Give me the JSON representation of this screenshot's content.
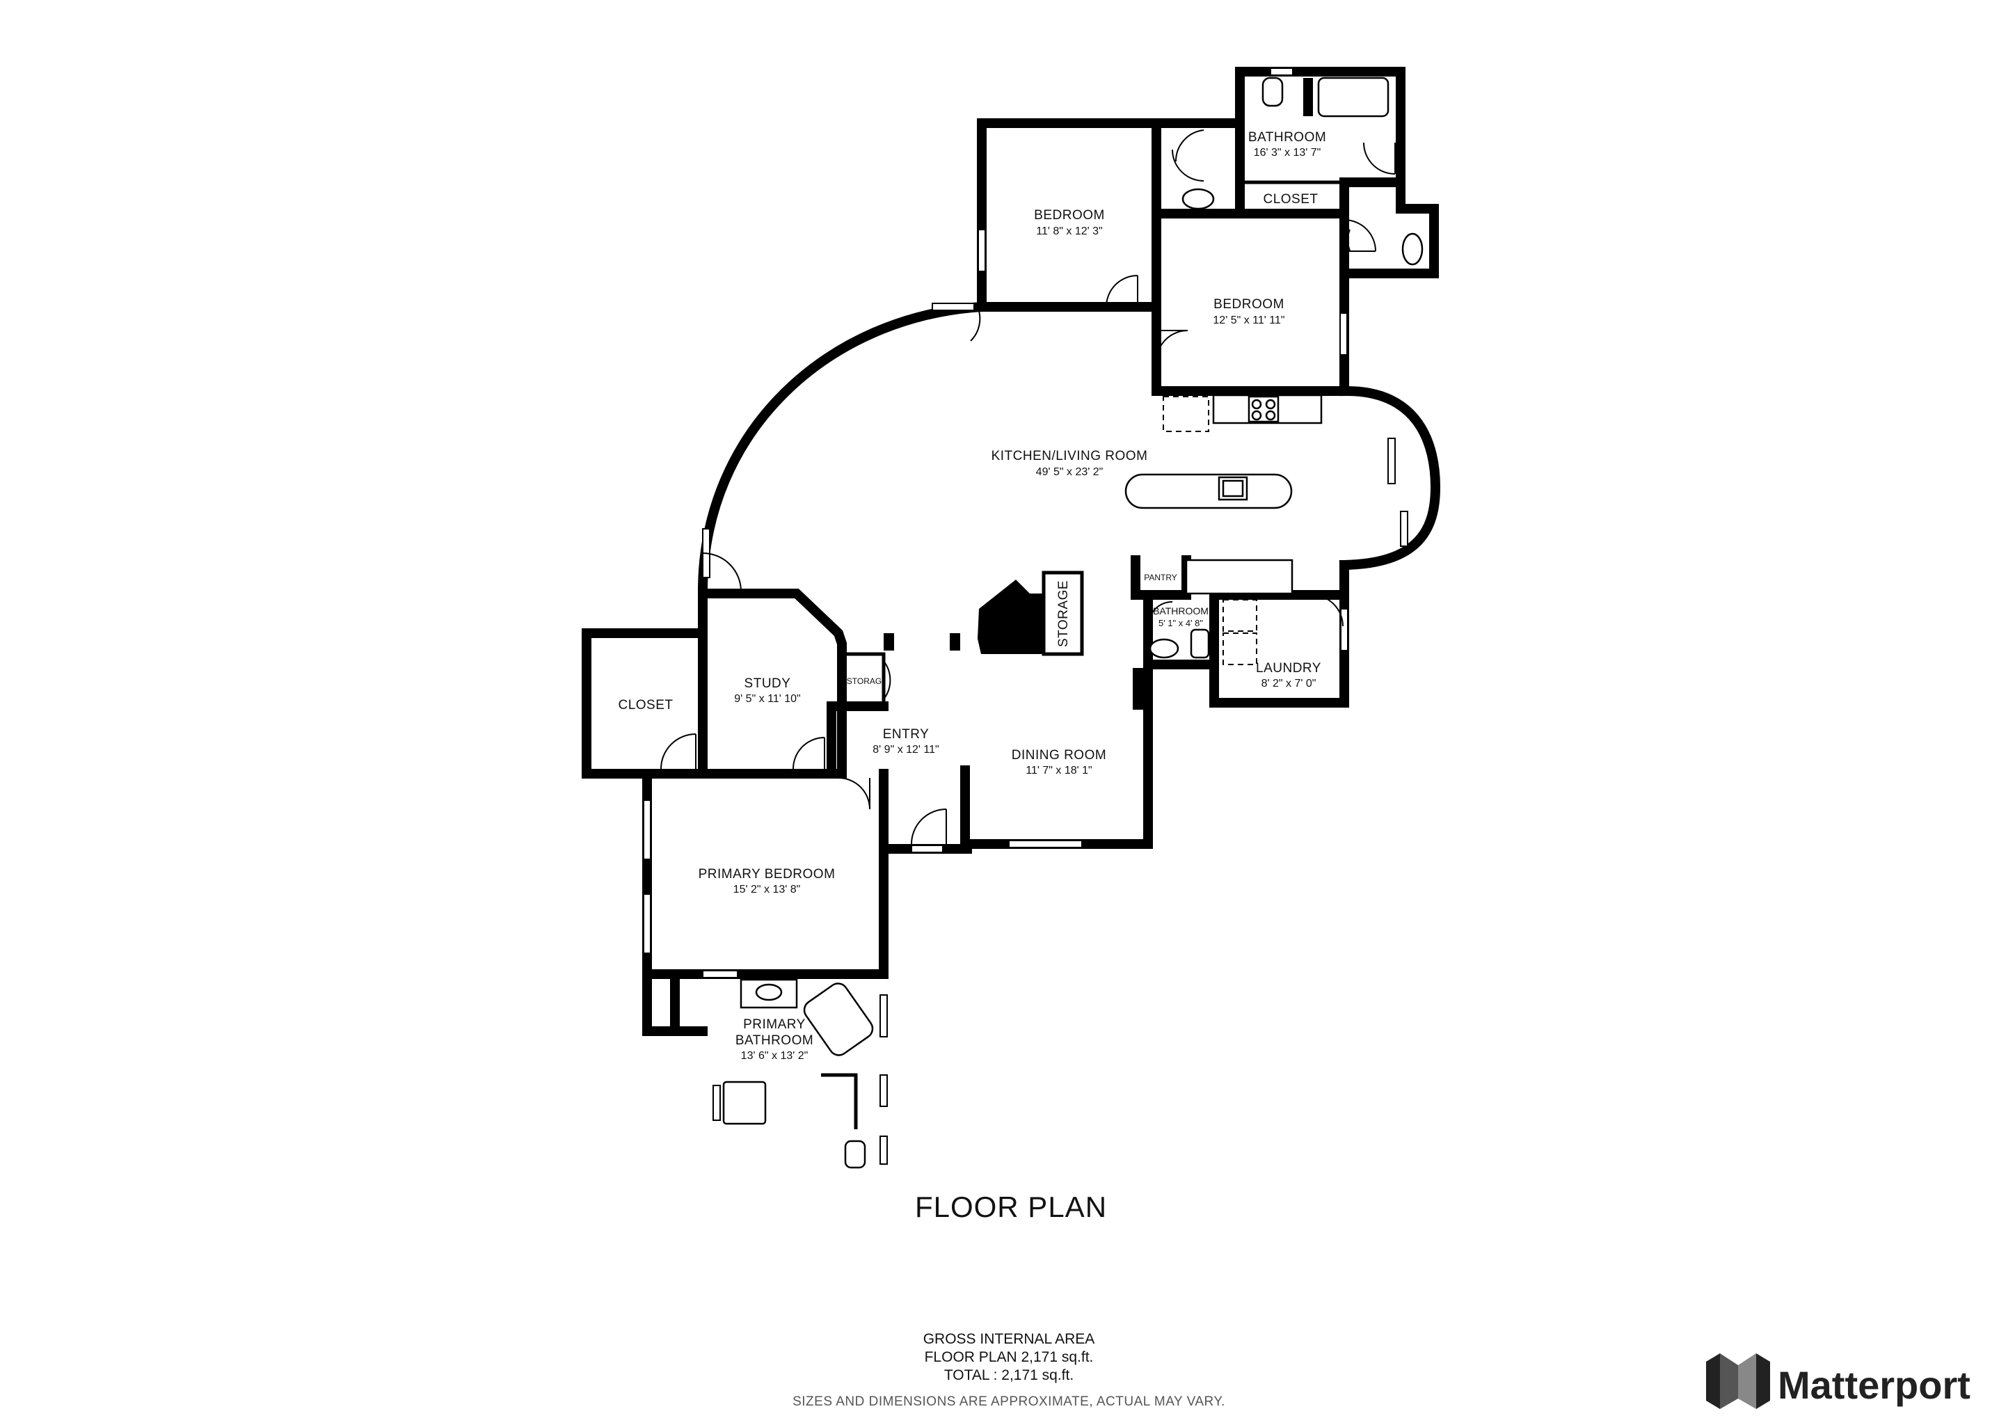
{
  "rooms": {
    "bedroom_a": {
      "name": "BEDROOM",
      "dims": "11' 8\" x 12' 3\""
    },
    "bedroom_b": {
      "name": "BEDROOM",
      "dims": "12' 5\" x 11' 11\""
    },
    "bathroom_top": {
      "name": "BATHROOM",
      "dims": "16' 3\" x 13' 7\""
    },
    "closet_top": {
      "name": "CLOSET"
    },
    "kitchen": {
      "name": "KITCHEN/LIVING ROOM",
      "dims": "49' 5\" x 23' 2\""
    },
    "pantry": {
      "name": "PANTRY"
    },
    "bathroom_small": {
      "name": "BATHROOM",
      "dims": "5' 1\" x 4' 8\""
    },
    "laundry": {
      "name": "LAUNDRY",
      "dims": "8' 2\" x 7' 0\""
    },
    "storage_tall": {
      "name": "STORAGE"
    },
    "storage_small": {
      "name": "STORAG"
    },
    "study": {
      "name": "STUDY",
      "dims": "9' 5\" x 11' 10\""
    },
    "closet_left": {
      "name": "CLOSET"
    },
    "entry": {
      "name": "ENTRY",
      "dims": "8' 9\" x 12' 11\""
    },
    "dining": {
      "name": "DINING ROOM",
      "dims": "11' 7\" x 18' 1\""
    },
    "primary_bedroom": {
      "name": "PRIMARY BEDROOM",
      "dims": "15' 2\" x 13' 8\""
    },
    "primary_bath": {
      "name_line1": "PRIMARY",
      "name_line2": "BATHROOM",
      "dims": "13' 6\" x 13' 2\""
    }
  },
  "title": "FLOOR PLAN",
  "footer": {
    "line1": "GROSS INTERNAL AREA",
    "line2": "FLOOR PLAN 2,171 sq.ft.",
    "line3": "TOTAL :  2,171 sq.ft.",
    "line4": "SIZES AND DIMENSIONS ARE APPROXIMATE, ACTUAL MAY VARY."
  },
  "brand": {
    "name": "Matterport",
    "icon": "matterport-logo-icon"
  }
}
